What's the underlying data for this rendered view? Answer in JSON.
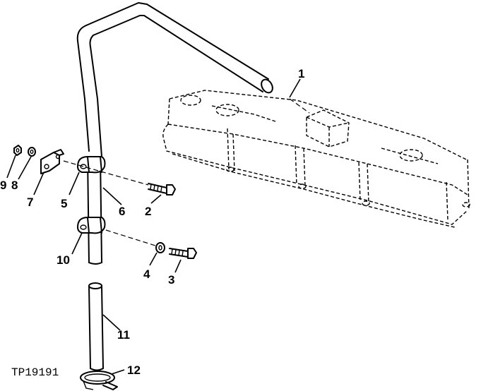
{
  "figure_id": "TP19191",
  "callouts": [
    {
      "id": "1",
      "label": "1"
    },
    {
      "id": "2",
      "label": "2"
    },
    {
      "id": "3",
      "label": "3"
    },
    {
      "id": "4",
      "label": "4"
    },
    {
      "id": "5",
      "label": "5"
    },
    {
      "id": "6",
      "label": "6"
    },
    {
      "id": "7",
      "label": "7"
    },
    {
      "id": "8",
      "label": "8"
    },
    {
      "id": "9",
      "label": "9"
    },
    {
      "id": "10",
      "label": "10"
    },
    {
      "id": "11",
      "label": "11"
    },
    {
      "id": "12",
      "label": "12"
    }
  ]
}
